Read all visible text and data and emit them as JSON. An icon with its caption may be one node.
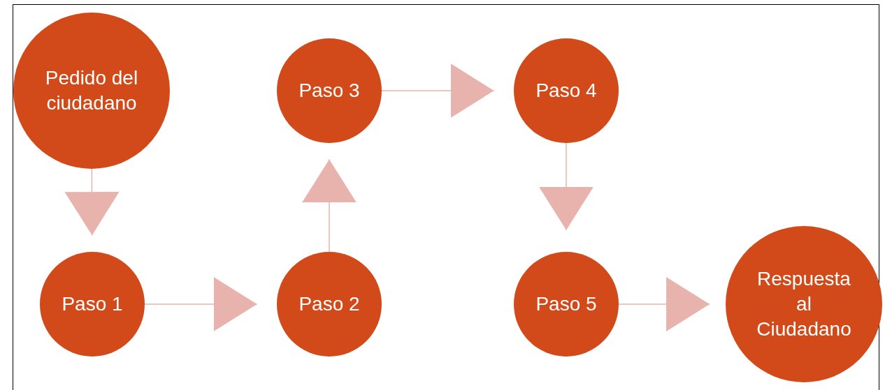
{
  "diagram": {
    "nodes": [
      {
        "text": [
          "Pedido del ciudadano"
        ]
      },
      {
        "text": [
          "Paso 1"
        ]
      },
      {
        "text": [
          "Paso 2"
        ]
      },
      {
        "text": [
          "Paso 3"
        ]
      },
      {
        "text": [
          "Paso 4"
        ]
      },
      {
        "text": [
          "Paso 5"
        ]
      },
      {
        "text": [
          "Respuesta al Ciudadano"
        ]
      }
    ],
    "edges": [
      {
        "from": 0,
        "to": 1,
        "arrow": "to"
      },
      {
        "from": 1,
        "to": 2,
        "arrow": "to"
      },
      {
        "from": 2,
        "to": 3,
        "arrow": "to"
      },
      {
        "from": 3,
        "to": 4,
        "arrow": "to"
      },
      {
        "from": 4,
        "to": 5,
        "arrow": "to"
      },
      {
        "from": 5,
        "to": 6,
        "arrow": "to"
      }
    ]
  }
}
